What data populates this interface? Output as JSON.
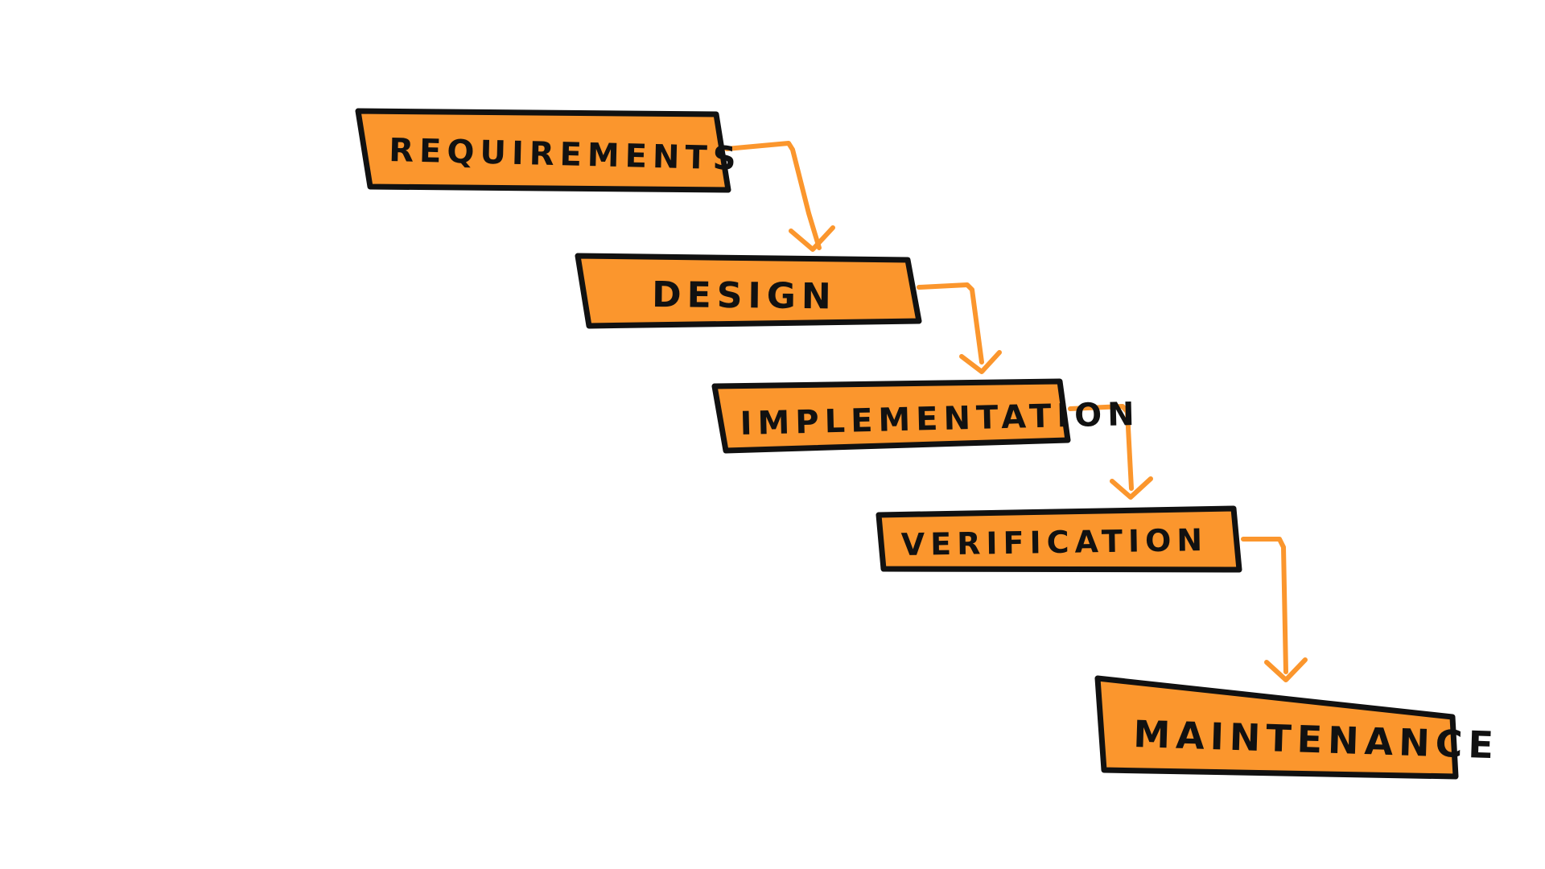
{
  "diagram": {
    "type": "waterfall-process",
    "stages": [
      {
        "label": "REQUIREMENTS"
      },
      {
        "label": "DESIGN"
      },
      {
        "label": "IMPLEMENTATION"
      },
      {
        "label": "VERIFICATION"
      },
      {
        "label": "MAINTENANCE"
      }
    ],
    "connections": [
      {
        "from": "REQUIREMENTS",
        "to": "DESIGN"
      },
      {
        "from": "DESIGN",
        "to": "IMPLEMENTATION"
      },
      {
        "from": "IMPLEMENTATION",
        "to": "VERIFICATION"
      },
      {
        "from": "VERIFICATION",
        "to": "MAINTENANCE"
      }
    ],
    "colors": {
      "box_fill": "#fb962d",
      "box_outline": "#111111",
      "arrow": "#fb962d",
      "text": "#111111",
      "background": "#ffffff"
    }
  }
}
